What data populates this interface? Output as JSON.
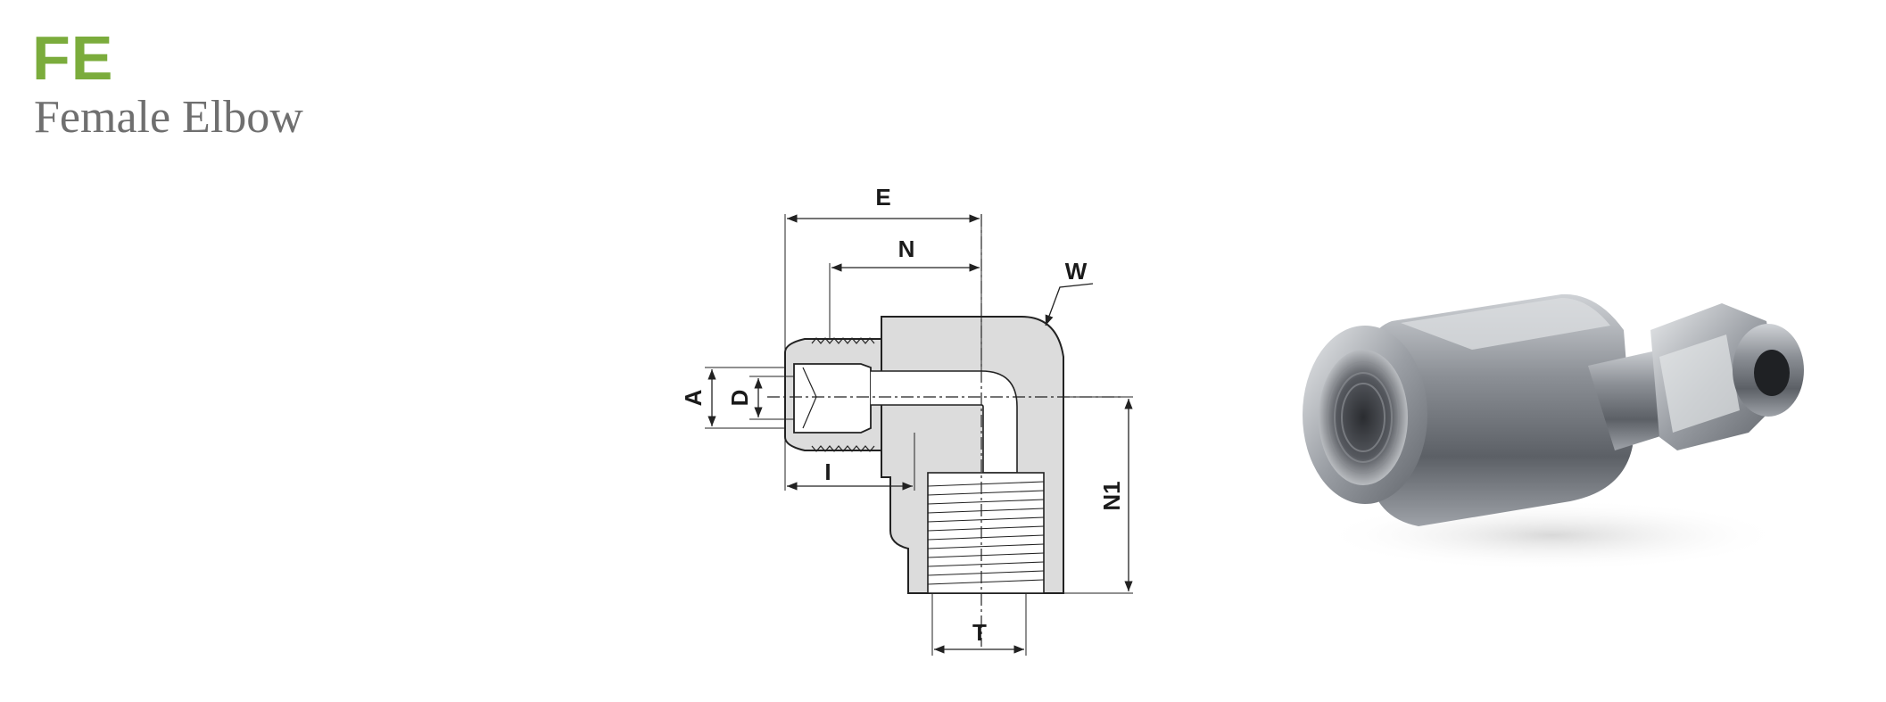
{
  "product": {
    "code": "FE",
    "name": "Female Elbow"
  },
  "diagram": {
    "labels": {
      "E": "E",
      "N": "N",
      "W": "W",
      "A": "A",
      "D": "D",
      "I": "I",
      "N1": "N1",
      "T": "T"
    },
    "colors": {
      "body": "#dcdcdc",
      "line": "#222222"
    }
  },
  "photo": {
    "icon": "female-elbow-fitting-photo"
  }
}
